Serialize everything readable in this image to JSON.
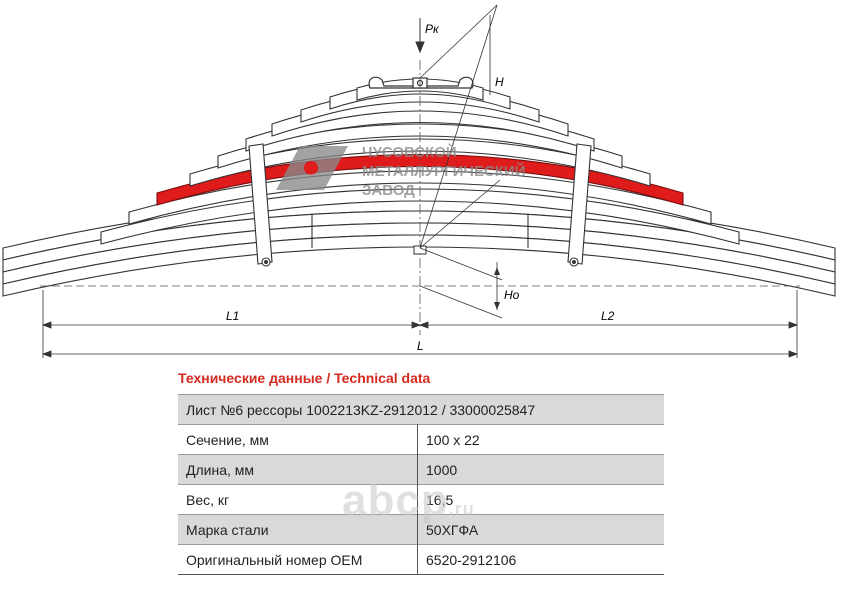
{
  "drawing": {
    "force_label": "Pк",
    "height_label": "H",
    "camber_label": "Hо",
    "l1_label": "L1",
    "l2_label": "L2",
    "length_label": "L",
    "highlight_color": "#e01b1b"
  },
  "logo": {
    "line1": "ЧУСОВСКОЙ",
    "line2": "МЕТАЛЛУРГИЧЕСКИЙ",
    "line3": "ЗАВОД",
    "brand_color": "#e01b1b"
  },
  "spec": {
    "title": "Технические данные / Technical data",
    "header": "Лист №6 рессоры 1002213KZ-2912012 / 33000025847",
    "rows": [
      {
        "label": "Сечение, мм",
        "value": "100 х 22"
      },
      {
        "label": "Длина, мм",
        "value": "1000"
      },
      {
        "label": "Вес, кг",
        "value": "16,5"
      },
      {
        "label": "Марка стали",
        "value": "50ХГФА"
      },
      {
        "label": "Оригинальный номер OEM",
        "value": "6520-2912106"
      }
    ]
  },
  "watermark": {
    "text": "abcp",
    "suffix": ".ru"
  }
}
